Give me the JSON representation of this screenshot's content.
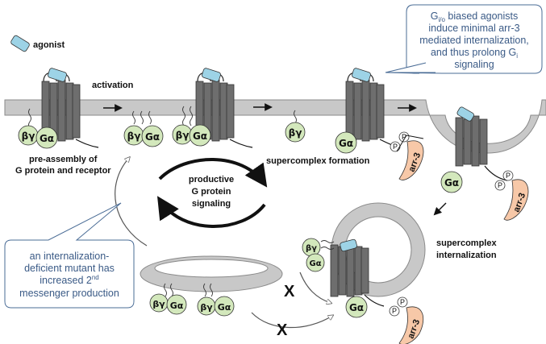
{
  "labels": {
    "agonist": "agonist",
    "activation": "activation",
    "preassembly_line1": "pre-assembly of",
    "preassembly_line2": "G protein and receptor",
    "supercomplex_formation": "supercomplex formation",
    "productive_line1": "productive",
    "productive_line2": "G protein",
    "productive_line3": "signaling",
    "internalization_line1": "supercomplex",
    "internalization_line2": "internalization"
  },
  "callout_top": {
    "line1_main": "G",
    "line1_sub": "i/o",
    "line1_rest": " biased agonists",
    "line2": "induce minimal arr-3",
    "line3": "mediated internalization,",
    "line4_main": "and thus prolong G",
    "line4_sub": "i",
    "line5": "signaling"
  },
  "callout_bottom": {
    "line1": "an internalization-",
    "line2": "deficient mutant has",
    "line3_main": "increased 2",
    "line3_sup": "nd",
    "line4": "messenger production"
  },
  "symbols": {
    "beta_gamma": "βγ",
    "g_alpha": "Gα",
    "arrestin": "arr-3",
    "phospho": "P",
    "block": "X"
  },
  "colors": {
    "membrane": "#c8c8c8",
    "receptor": "#6e6e6e",
    "agonist": "#9dd3e6",
    "g_protein": "#d3e8bc",
    "arrestin": "#f7c8a8",
    "callout_text": "#3a5a86"
  }
}
